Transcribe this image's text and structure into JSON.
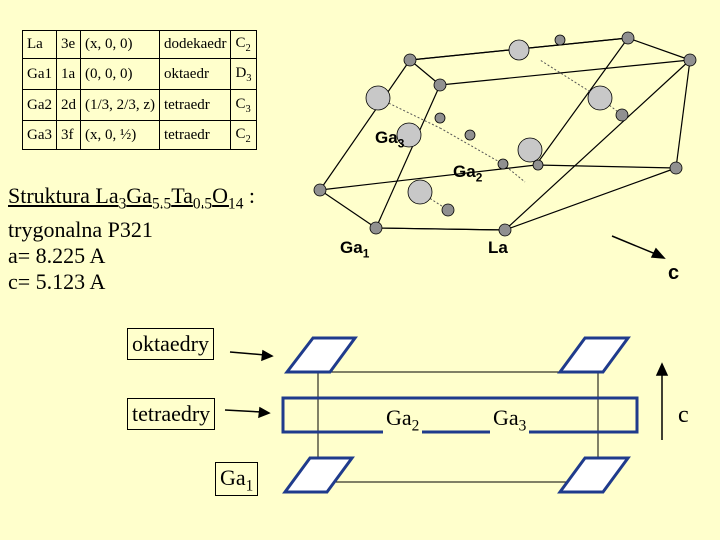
{
  "sites_table": [
    [
      "La",
      "3e",
      "(x, 0, 0)",
      "dodekaedr",
      "C",
      "2"
    ],
    [
      "Ga1",
      "1a",
      "(0, 0, 0)",
      "oktaedr",
      "D",
      "3"
    ],
    [
      "Ga2",
      "2d",
      "(1/3, 2/3, z)",
      "tetraedr",
      "C",
      "3"
    ],
    [
      "Ga3",
      "3f",
      "(x, 0, ½)",
      "tetraedr",
      "C",
      "2"
    ]
  ],
  "structure": {
    "title_prefix": "Struktura La",
    "title_sub1": "3",
    "title_ga": "Ga",
    "title_sub2": "5.5",
    "title_ta": "Ta",
    "title_sub3": "0.5",
    "title_o": "O",
    "title_sub4": "14",
    "title_colon": " :",
    "space_group": "trygonalna P321",
    "a": "a= 8.225 A",
    "c": "c= 5.123 A"
  },
  "crystal_labels": {
    "ga3": "Ga",
    "ga3_sub": "3",
    "ga2": "Ga",
    "ga2_sub": "2",
    "ga1": "Ga",
    "ga1_sub": "1",
    "la": "La",
    "c_axis": "c"
  },
  "polyhedra": {
    "oktaedry": "oktaedry",
    "tetraedry": "tetraedry",
    "ga1": "Ga",
    "ga1_sub": "1",
    "ga2": "Ga",
    "ga2_sub": "2",
    "ga3": "Ga",
    "ga3_sub": "3",
    "c_axis": "c"
  },
  "colors": {
    "background": "#ffffcc",
    "polyhedra_blue": "#1f3b8c",
    "atom_large": "#c8c8c8",
    "atom_small": "#909090"
  }
}
